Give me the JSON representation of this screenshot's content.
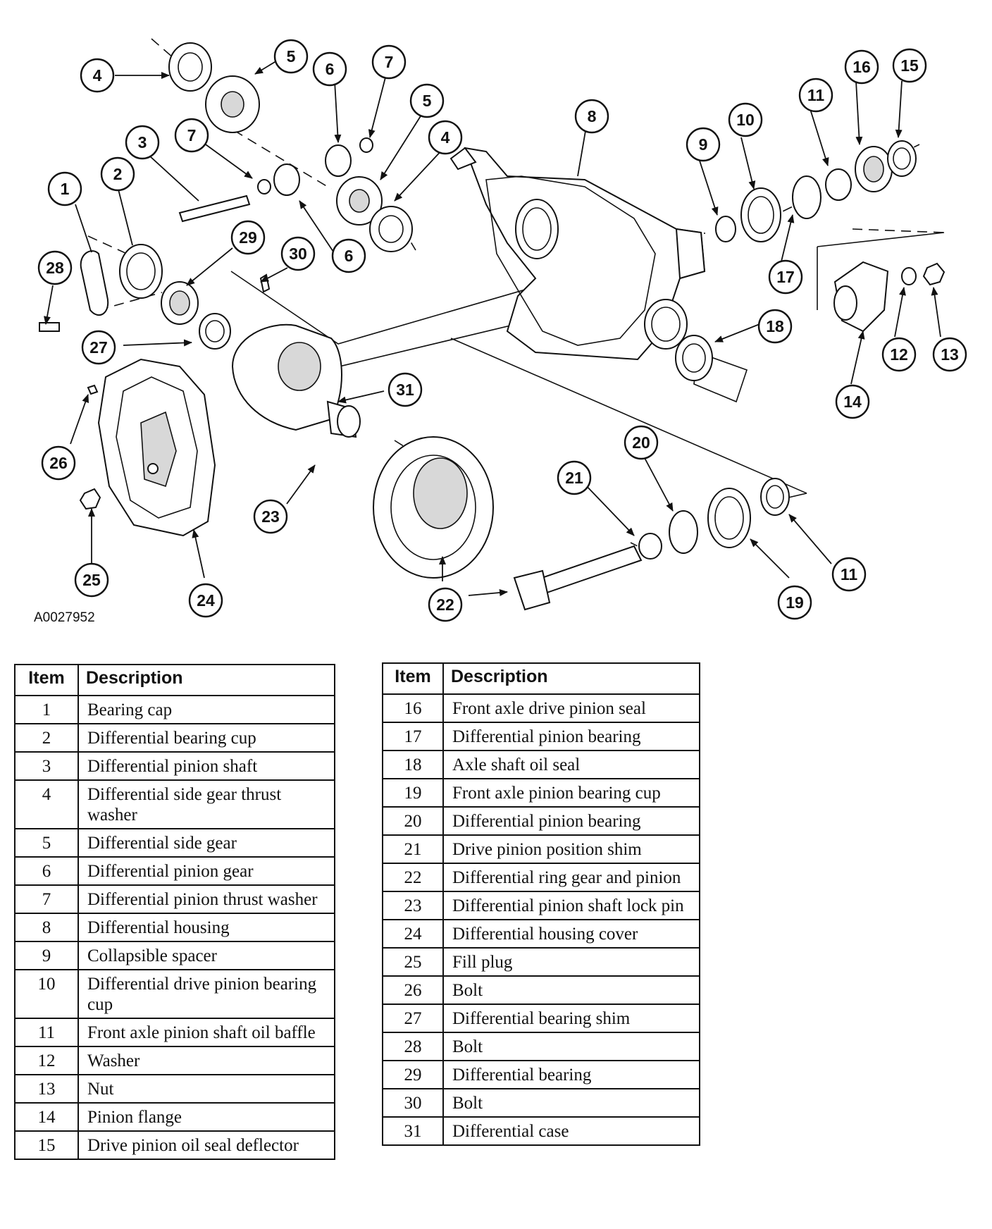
{
  "figure_id": "A0027952",
  "callouts": [
    "1",
    "2",
    "3",
    "4",
    "4",
    "5",
    "5",
    "6",
    "6",
    "7",
    "7",
    "8",
    "9",
    "10",
    "11",
    "11",
    "12",
    "13",
    "14",
    "15",
    "16",
    "17",
    "18",
    "19",
    "20",
    "21",
    "22",
    "23",
    "24",
    "25",
    "26",
    "27",
    "28",
    "29",
    "30",
    "31"
  ],
  "table_left": {
    "header": {
      "item": "Item",
      "description": "Description"
    },
    "rows": [
      {
        "item": "1",
        "description": "Bearing cap"
      },
      {
        "item": "2",
        "description": "Differential bearing cup"
      },
      {
        "item": "3",
        "description": "Differential pinion shaft"
      },
      {
        "item": "4",
        "description": "Differential side gear thrust washer"
      },
      {
        "item": "5",
        "description": "Differential side gear"
      },
      {
        "item": "6",
        "description": "Differential pinion gear"
      },
      {
        "item": "7",
        "description": "Differential pinion thrust washer"
      },
      {
        "item": "8",
        "description": "Differential housing"
      },
      {
        "item": "9",
        "description": "Collapsible spacer"
      },
      {
        "item": "10",
        "description": "Differential drive pinion bearing cup"
      },
      {
        "item": "11",
        "description": "Front axle pinion shaft oil baffle"
      },
      {
        "item": "12",
        "description": "Washer"
      },
      {
        "item": "13",
        "description": "Nut"
      },
      {
        "item": "14",
        "description": "Pinion flange"
      },
      {
        "item": "15",
        "description": "Drive pinion oil seal deflector"
      }
    ]
  },
  "table_right": {
    "header": {
      "item": "Item",
      "description": "Description"
    },
    "rows": [
      {
        "item": "16",
        "description": "Front axle drive pinion seal"
      },
      {
        "item": "17",
        "description": "Differential pinion bearing"
      },
      {
        "item": "18",
        "description": "Axle shaft oil seal"
      },
      {
        "item": "19",
        "description": "Front axle pinion bearing cup"
      },
      {
        "item": "20",
        "description": "Differential pinion bearing"
      },
      {
        "item": "21",
        "description": "Drive pinion position shim"
      },
      {
        "item": "22",
        "description": "Differential ring gear and pinion"
      },
      {
        "item": "23",
        "description": "Differential pinion shaft lock pin"
      },
      {
        "item": "24",
        "description": "Differential housing cover"
      },
      {
        "item": "25",
        "description": "Fill plug"
      },
      {
        "item": "26",
        "description": "Bolt"
      },
      {
        "item": "27",
        "description": "Differential bearing shim"
      },
      {
        "item": "28",
        "description": "Bolt"
      },
      {
        "item": "29",
        "description": "Differential bearing"
      },
      {
        "item": "30",
        "description": "Bolt"
      },
      {
        "item": "31",
        "description": "Differential case"
      }
    ]
  }
}
